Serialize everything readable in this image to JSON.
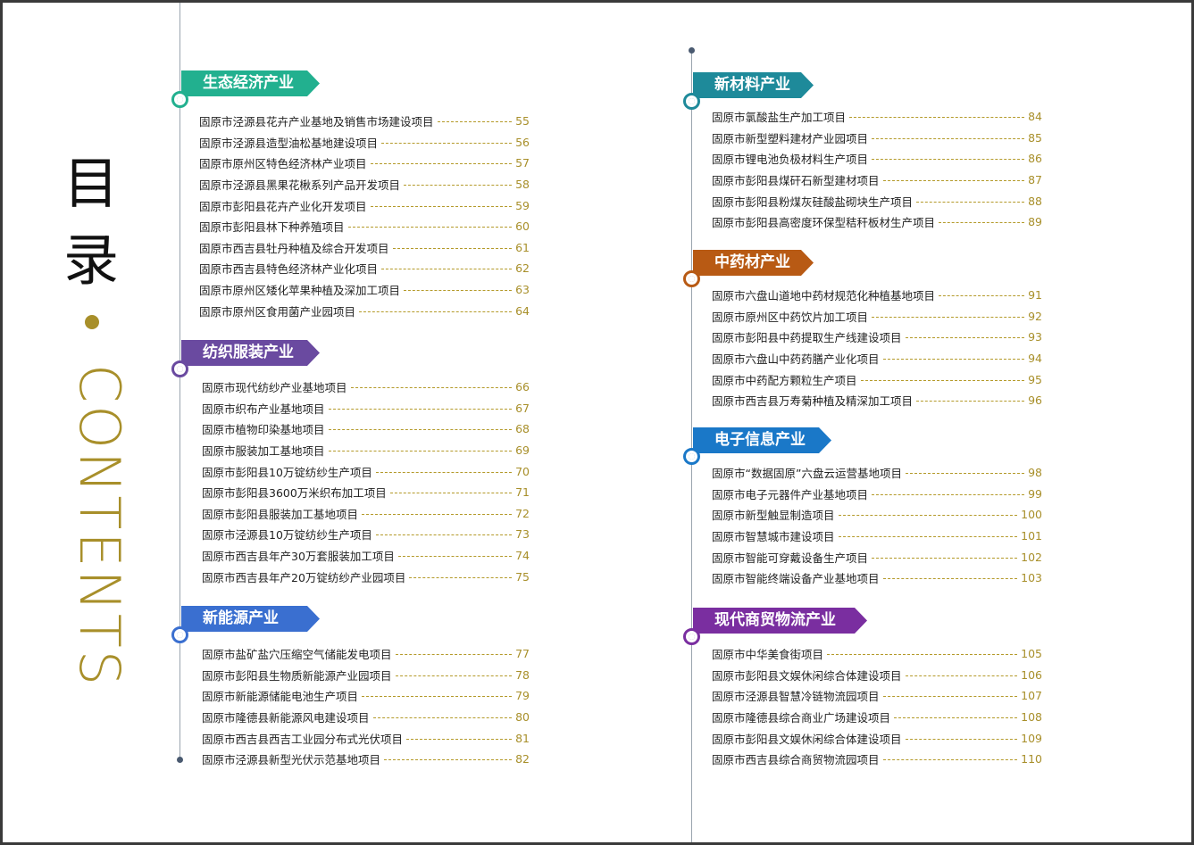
{
  "title_cn": [
    "目",
    "录"
  ],
  "title_en": "CONTENTS",
  "colors": {
    "gold": "#a88f2a",
    "line": "#9aa4ae"
  },
  "sections": [
    {
      "title": "生态经济产业",
      "color": "#22b08f",
      "items": [
        {
          "text": "固原市泾源县花卉产业基地及销售市场建设项目",
          "page": "55"
        },
        {
          "text": "固原市泾源县造型油松基地建设项目",
          "page": "56"
        },
        {
          "text": "固原市原州区特色经济林产业项目",
          "page": "57"
        },
        {
          "text": "固原市泾源县黑果花楸系列产品开发项目",
          "page": "58"
        },
        {
          "text": "固原市彭阳县花卉产业化开发项目",
          "page": "59"
        },
        {
          "text": "固原市彭阳县林下种养殖项目",
          "page": "60"
        },
        {
          "text": "固原市西吉县牡丹种植及综合开发项目",
          "page": "61"
        },
        {
          "text": "固原市西吉县特色经济林产业化项目",
          "page": "62"
        },
        {
          "text": "固原市原州区矮化苹果种植及深加工项目",
          "page": "63"
        },
        {
          "text": "固原市原州区食用菌产业园项目",
          "page": "64"
        }
      ]
    },
    {
      "title": "纺织服装产业",
      "color": "#6a4aa0",
      "items": [
        {
          "text": "固原市现代纺纱产业基地项目",
          "page": "66"
        },
        {
          "text": "固原市织布产业基地项目",
          "page": "67"
        },
        {
          "text": "固原市植物印染基地项目",
          "page": "68"
        },
        {
          "text": "固原市服装加工基地项目",
          "page": "69"
        },
        {
          "text": "固原市彭阳县10万锭纺纱生产项目",
          "page": "70"
        },
        {
          "text": "固原市彭阳县3600万米织布加工项目",
          "page": "71"
        },
        {
          "text": "固原市彭阳县服装加工基地项目",
          "page": "72"
        },
        {
          "text": "固原市泾源县10万锭纺纱生产项目",
          "page": "73"
        },
        {
          "text": "固原市西吉县年产30万套服装加工项目",
          "page": "74"
        },
        {
          "text": "固原市西吉县年产20万锭纺纱产业园项目",
          "page": "75"
        }
      ]
    },
    {
      "title": "新能源产业",
      "color": "#3a6fd0",
      "items": [
        {
          "text": "固原市盐矿盐穴压缩空气储能发电项目",
          "page": "77"
        },
        {
          "text": "固原市彭阳县生物质新能源产业园项目",
          "page": "78"
        },
        {
          "text": "固原市新能源储能电池生产项目",
          "page": "79"
        },
        {
          "text": "固原市隆德县新能源风电建设项目",
          "page": "80"
        },
        {
          "text": "固原市西吉县西吉工业园分布式光伏项目",
          "page": "81"
        },
        {
          "text": "固原市泾源县新型光伏示范基地项目",
          "page": "82"
        }
      ]
    },
    {
      "title": "新材料产业",
      "color": "#1e8a9a",
      "items": [
        {
          "text": "固原市氯酸盐生产加工项目",
          "page": "84"
        },
        {
          "text": "固原市新型塑料建材产业园项目",
          "page": "85"
        },
        {
          "text": "固原市锂电池负极材料生产项目",
          "page": "86"
        },
        {
          "text": "固原市彭阳县煤矸石新型建材项目",
          "page": "87"
        },
        {
          "text": "固原市彭阳县粉煤灰硅酸盐砌块生产项目",
          "page": "88"
        },
        {
          "text": "固原市彭阳县高密度环保型秸秆板材生产项目",
          "page": "89"
        }
      ]
    },
    {
      "title": "中药材产业",
      "color": "#b85a14",
      "items": [
        {
          "text": "固原市六盘山道地中药材规范化种植基地项目",
          "page": "91"
        },
        {
          "text": "固原市原州区中药饮片加工项目",
          "page": "92"
        },
        {
          "text": "固原市彭阳县中药提取生产线建设项目",
          "page": "93"
        },
        {
          "text": "固原市六盘山中药药膳产业化项目",
          "page": "94"
        },
        {
          "text": "固原市中药配方颗粒生产项目",
          "page": "95"
        },
        {
          "text": "固原市西吉县万寿菊种植及精深加工项目",
          "page": "96"
        }
      ]
    },
    {
      "title": "电子信息产业",
      "color": "#1a78c8",
      "items": [
        {
          "text": "固原市“数据固原”六盘云运营基地项目",
          "page": "98"
        },
        {
          "text": "固原市电子元器件产业基地项目",
          "page": "99"
        },
        {
          "text": "固原市新型触显制造项目",
          "page": "100"
        },
        {
          "text": "固原市智慧城市建设项目",
          "page": "101"
        },
        {
          "text": "固原市智能可穿戴设备生产项目",
          "page": "102"
        },
        {
          "text": "固原市智能终端设备产业基地项目",
          "page": "103"
        }
      ]
    },
    {
      "title": "现代商贸物流产业",
      "color": "#7a2ea0",
      "items": [
        {
          "text": "固原市中华美食街项目",
          "page": "105"
        },
        {
          "text": "固原市彭阳县文娱休闲综合体建设项目",
          "page": "106"
        },
        {
          "text": "固原市泾源县智慧冷链物流园项目",
          "page": "107"
        },
        {
          "text": "固原市隆德县综合商业广场建设项目",
          "page": "108"
        },
        {
          "text": "固原市彭阳县文娱休闲综合体建设项目",
          "page": "109"
        },
        {
          "text": "固原市西吉县综合商贸物流园项目",
          "page": "110"
        }
      ]
    }
  ]
}
